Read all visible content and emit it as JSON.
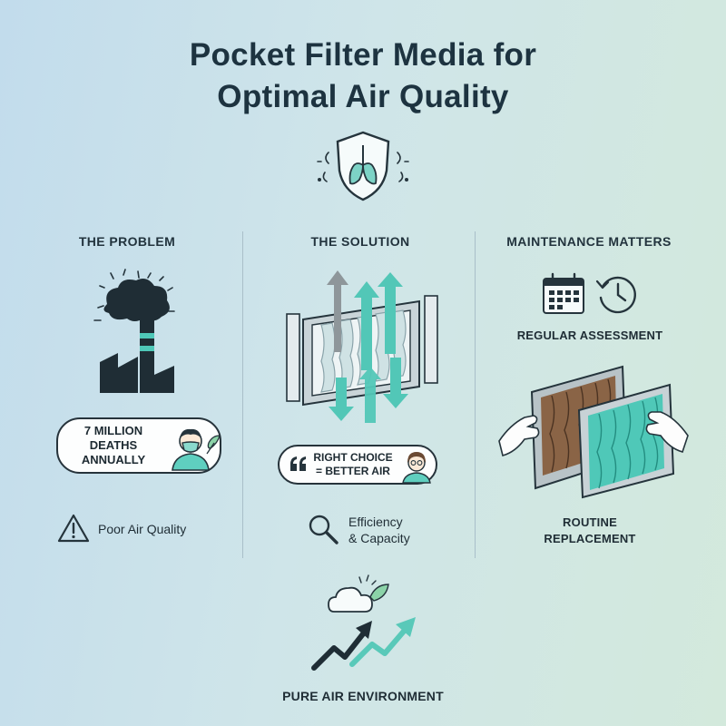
{
  "header": {
    "title_line1": "Pocket Filter Media for",
    "title_line2": "Optimal Air Quality"
  },
  "columns": {
    "problem": {
      "heading": "THE PROBLEM",
      "stat_line1": "7 MILLION",
      "stat_line2": "DEATHS",
      "stat_line3": "ANNUALLY",
      "footer_label": "Poor Air Quality"
    },
    "solution": {
      "heading": "THE SOLUTION",
      "quote_line1": "RIGHT CHOICE",
      "quote_line2": "= BETTER AIR",
      "footer_line1": "Efficiency",
      "footer_line2": "& Capacity"
    },
    "maintenance": {
      "heading": "MAINTENANCE MATTERS",
      "assessment_label": "REGULAR ASSESSMENT",
      "routine_line1": "ROUTINE",
      "routine_line2": "REPLACEMENT"
    }
  },
  "footer": {
    "label": "PURE AIR ENVIRONMENT"
  },
  "icons": {
    "shield": "shield-lungs-icon",
    "factory": "factory-smoke-icon",
    "warning": "warning-icon",
    "magnifier": "magnifier-icon",
    "calendar": "calendar-icon",
    "clock": "clock-refresh-icon",
    "quote": "quote-icon",
    "cloud": "cloud-leaf-icon",
    "growth": "growth-arrows-icon"
  },
  "colors": {
    "accent_teal": "#4fc8b8",
    "dark_navy": "#1f3442",
    "warm_brown": "#7a5536"
  }
}
